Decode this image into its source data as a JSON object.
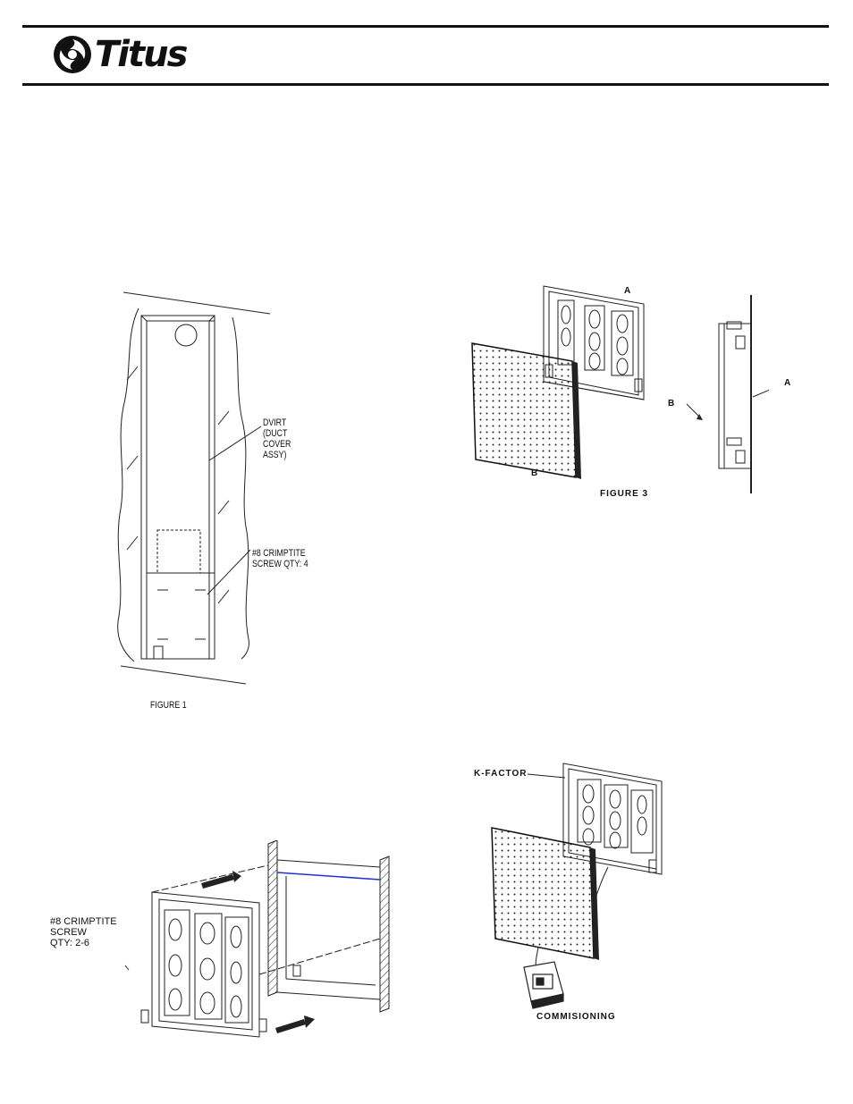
{
  "header": {
    "brand": "Titus"
  },
  "figure1": {
    "label_dvirt": "DVIRT\n(DUCT\nCOVER\nASSY)",
    "label_screw": "#8 CRIMPTITE\nSCREW QTY: 4",
    "caption": "FIGURE 1"
  },
  "figure3": {
    "label_a_top": "A",
    "label_b_bottom": "B",
    "label_b_side": "B",
    "label_a_side": "A",
    "caption": "FIGURE 3"
  },
  "figure2": {
    "label_screw": "#8 CRIMPTITE\nSCREW\nQTY: 2-6"
  },
  "figure4": {
    "label_kfactor": "K-FACTOR",
    "caption": "COMMISIONING"
  }
}
